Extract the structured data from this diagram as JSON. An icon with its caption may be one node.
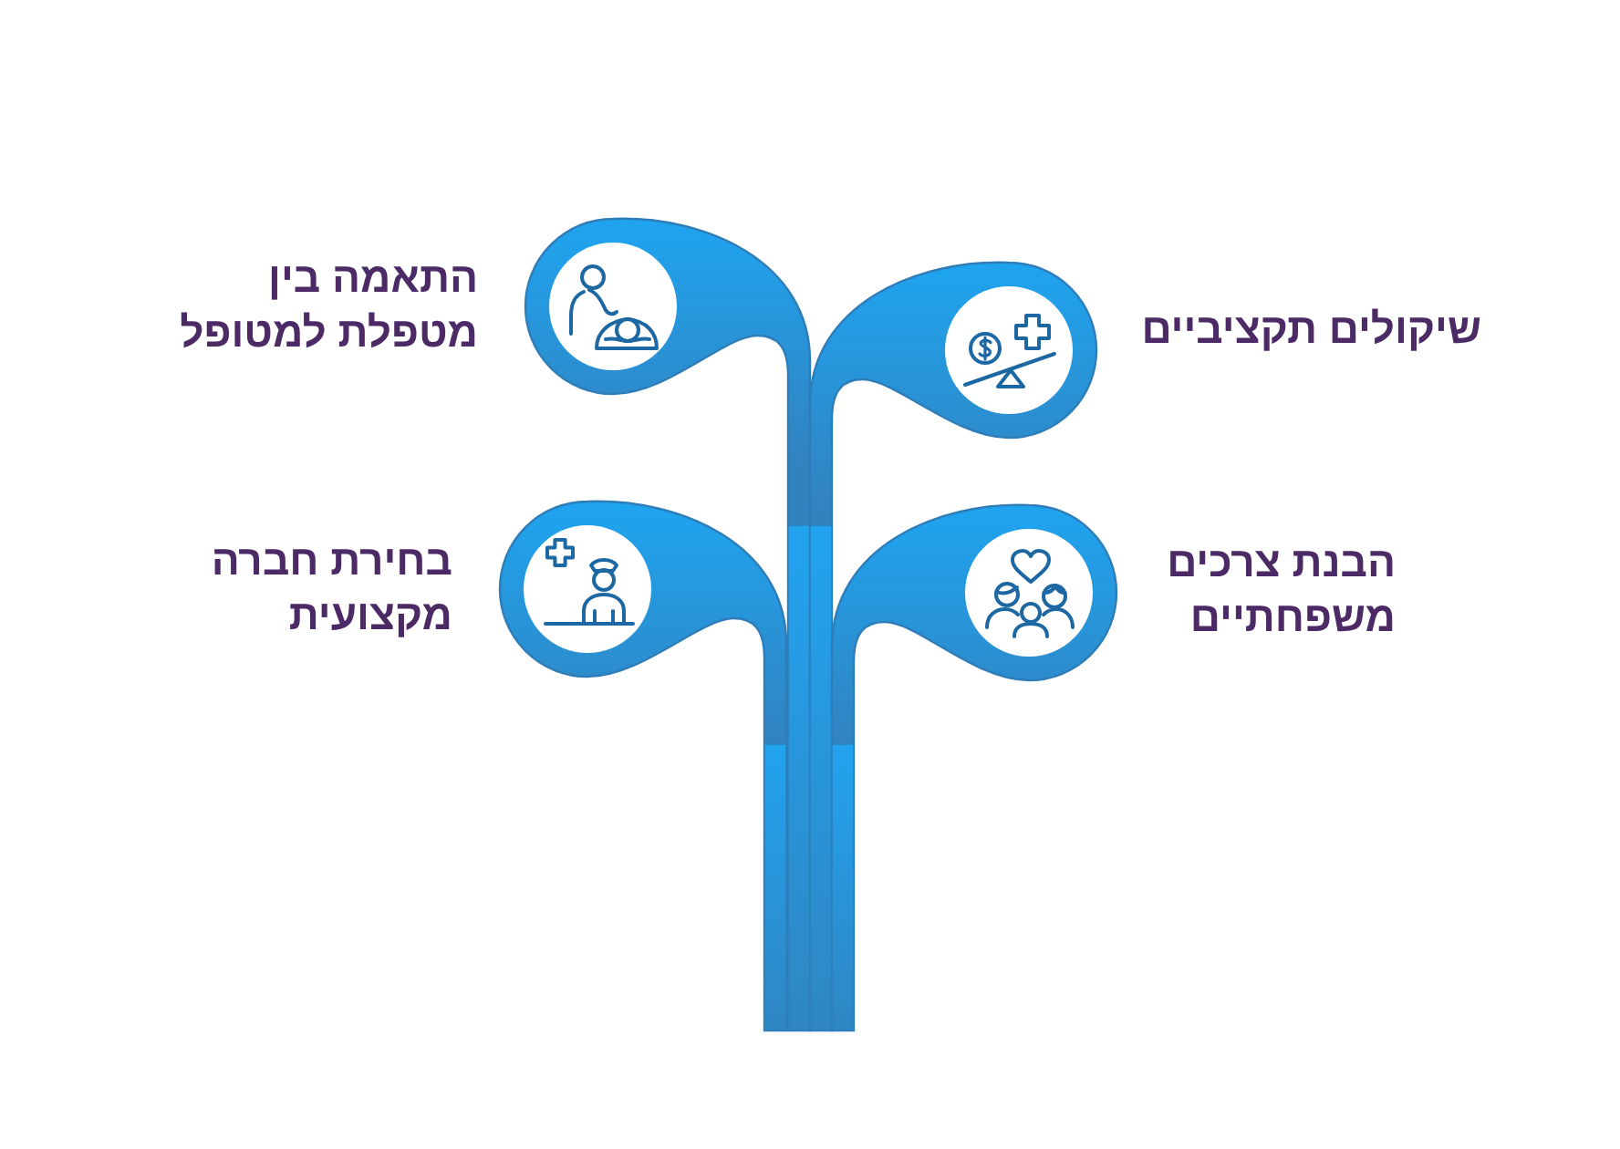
{
  "diagram": {
    "labels": [
      "התאמה בין מטפלת למטופל",
      "שיקולים תקציביים",
      "בחירת חברה מקצועית",
      "הבנת צרכים משפחתיים"
    ]
  }
}
